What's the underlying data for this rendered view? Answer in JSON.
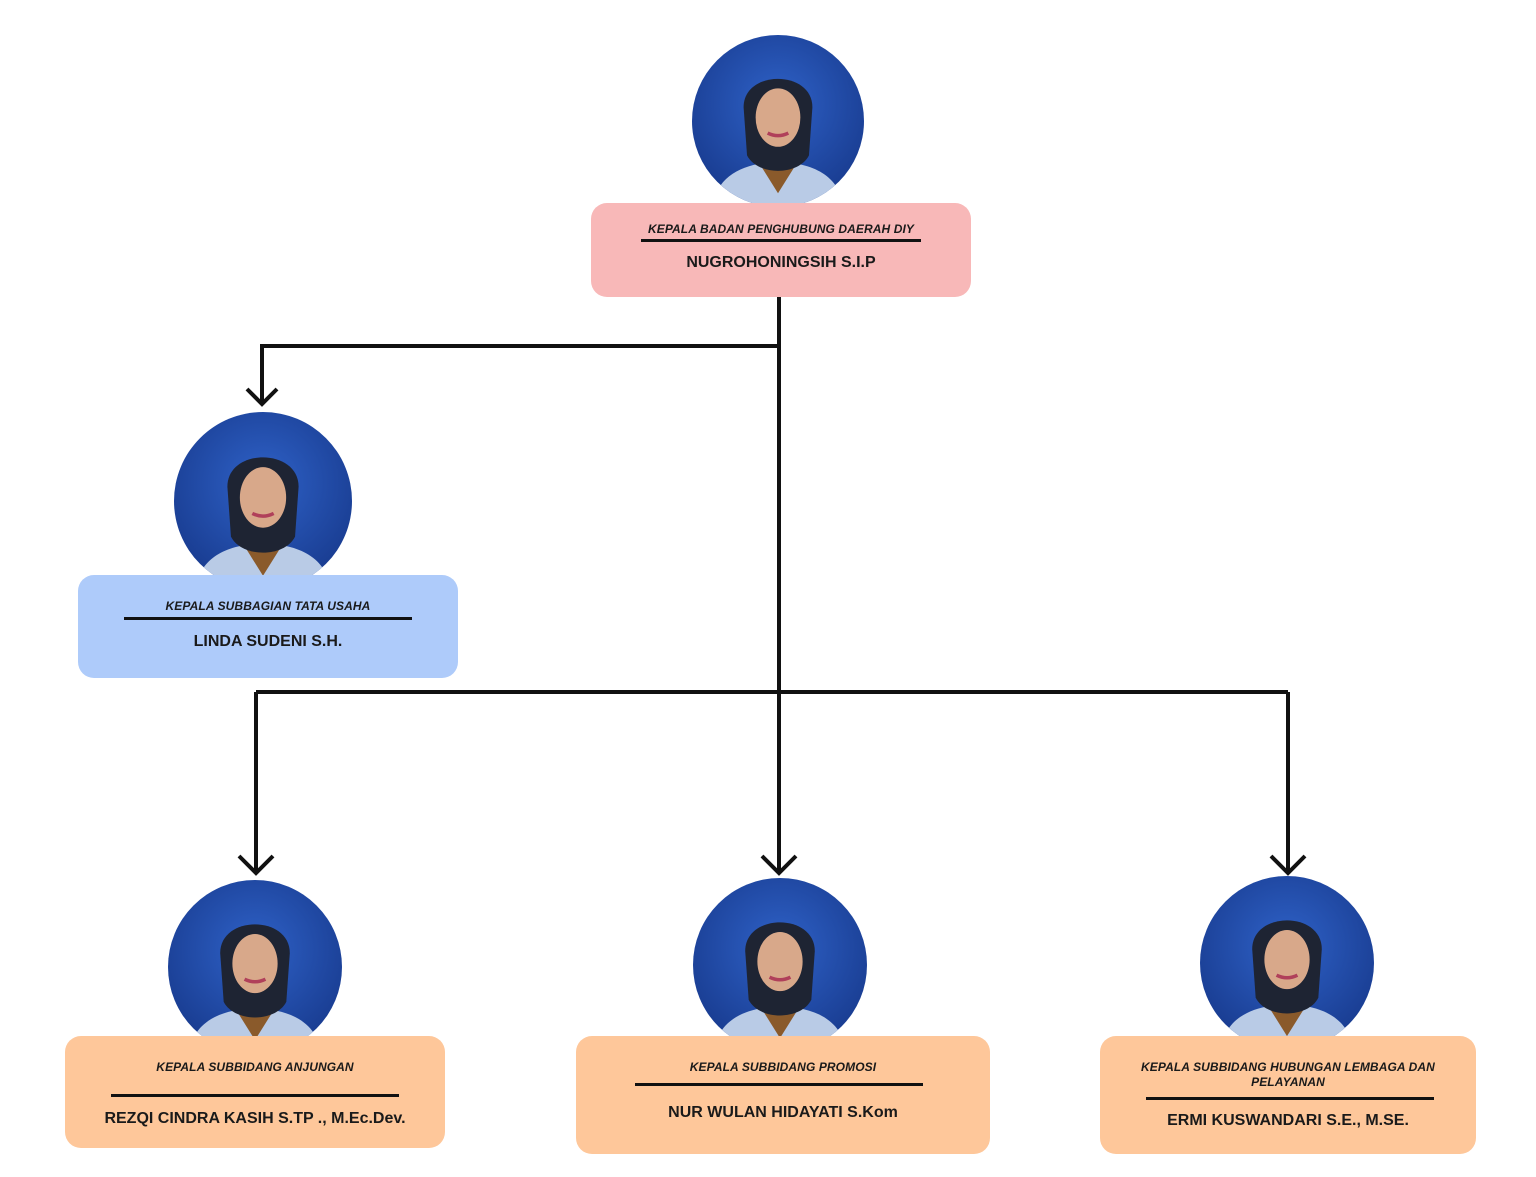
{
  "colors": {
    "head": "#f8b8b8",
    "admin": "#aecbfa",
    "subdivision": "#fec79a",
    "connector": "#111111",
    "avatar_background": "#1f4aa8"
  },
  "head": {
    "role": "KEPALA BADAN PENGHUBUNG DAERAH DIY",
    "name": "NUGROHONINGSIH S.I.P"
  },
  "admin": {
    "role": "KEPALA SUBBAGIAN TATA USAHA",
    "name": "LINDA SUDENI S.H."
  },
  "subdivisions": [
    {
      "role": "KEPALA SUBBIDANG ANJUNGAN",
      "name": "REZQI CINDRA KASIH S.TP ., M.Ec.Dev."
    },
    {
      "role": "KEPALA SUBBIDANG PROMOSI",
      "name": "NUR WULAN HIDAYATI S.Kom"
    },
    {
      "role": "KEPALA SUBBIDANG HUBUNGAN LEMBAGA DAN PELAYANAN",
      "name": "ERMI KUSWANDARI S.E., M.SE."
    }
  ],
  "photo_icon": "person-photo-icon"
}
